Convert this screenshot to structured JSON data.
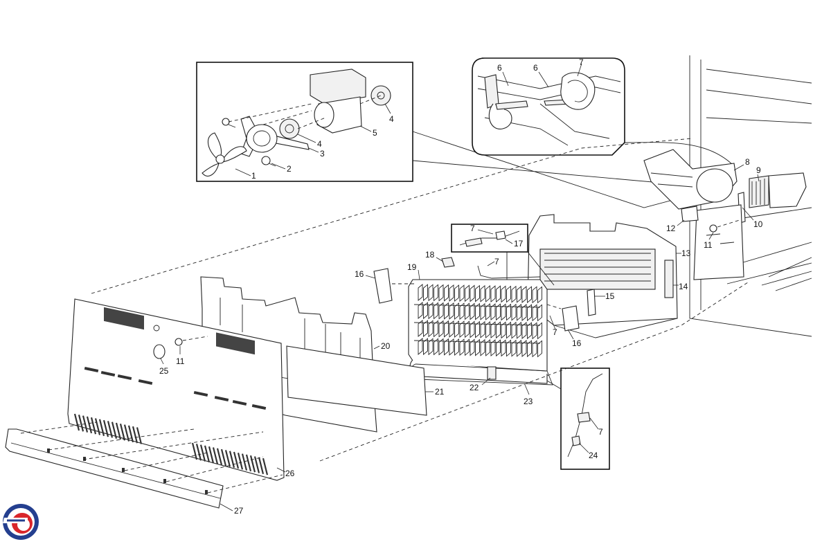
{
  "diagram": {
    "type": "exploded-parts-diagram",
    "colors": {
      "line": "#222222",
      "background": "#ffffff",
      "logo_red": "#d9262b",
      "logo_blue": "#243f8f"
    },
    "callouts": {
      "c1": "1",
      "c2": "2",
      "c3": "3",
      "c4a": "4",
      "c4b": "4",
      "c5": "5",
      "c6a": "6",
      "c6b": "6",
      "c7a": "7",
      "c7b": "7",
      "c7c": "7",
      "c7d": "7",
      "c7e": "7",
      "c8": "8",
      "c9": "9",
      "c10": "10",
      "c11a": "11",
      "c11b": "11",
      "c12": "12",
      "c13": "13",
      "c14": "14",
      "c15": "15",
      "c16a": "16",
      "c16b": "16",
      "c17": "17",
      "c18": "18",
      "c19": "19",
      "c20": "20",
      "c21": "21",
      "c22": "22",
      "c23": "23",
      "c24": "24",
      "c25": "25",
      "c26": "26",
      "c27": "27"
    },
    "icons": {
      "logo": "brand-logo-icon"
    }
  }
}
